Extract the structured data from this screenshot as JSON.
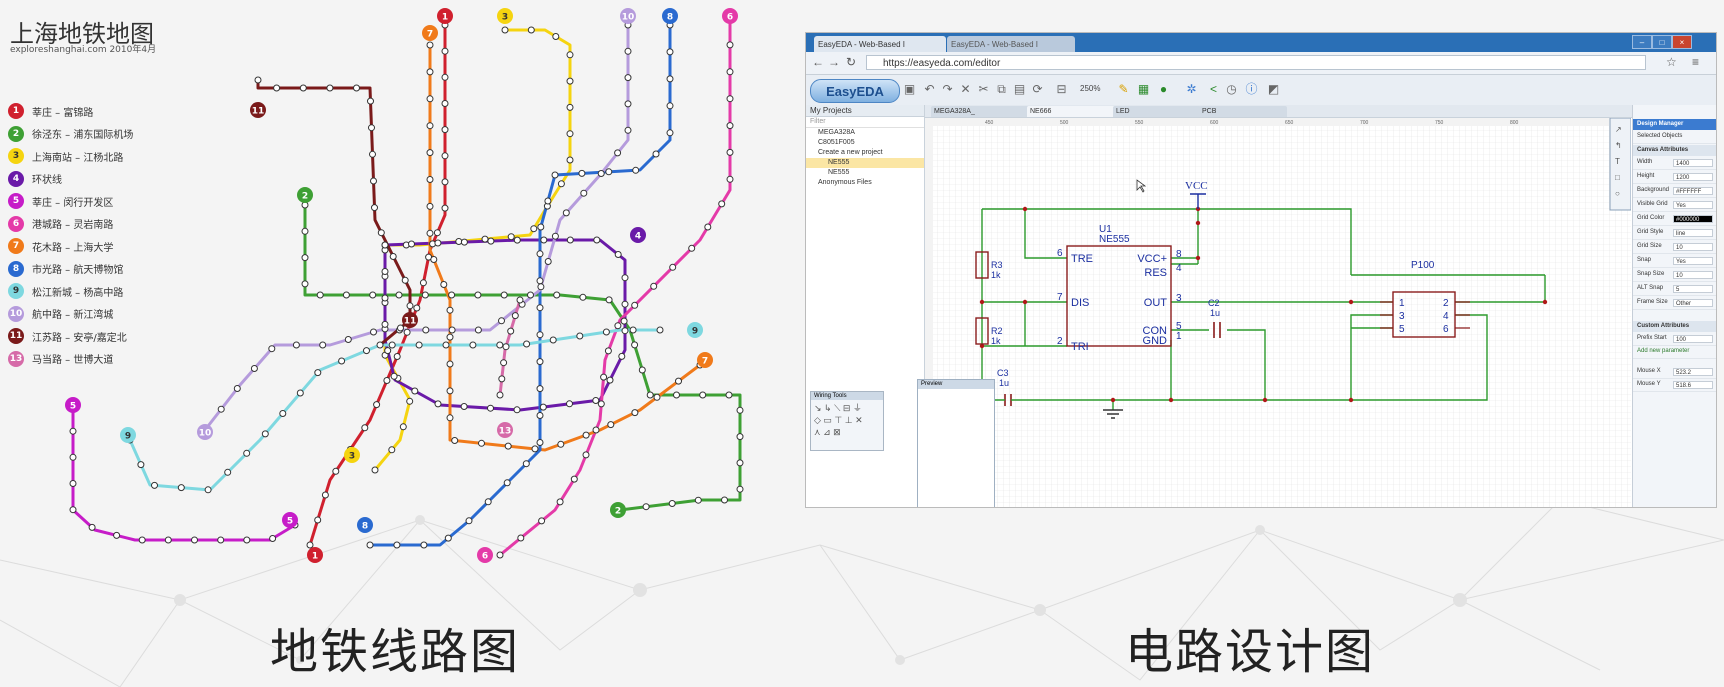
{
  "captions": {
    "left": "地铁线路图",
    "right": "电路设计图"
  },
  "metro": {
    "title": "上海地铁地图",
    "subtitle": "exploreshanghai.com 2010年4月",
    "legend": [
      {
        "num": "1",
        "label": "莘庄 – 富锦路",
        "color": "#d0202e"
      },
      {
        "num": "2",
        "label": "徐泾东 – 浦东国际机场",
        "color": "#3ea034"
      },
      {
        "num": "3",
        "label": "上海南站 – 江杨北路",
        "color": "#f5d410"
      },
      {
        "num": "4",
        "label": "环状线",
        "color": "#6a1aa8"
      },
      {
        "num": "5",
        "label": "莘庄 – 闵行开发区",
        "color": "#c61cc8"
      },
      {
        "num": "6",
        "label": "港城路 – 灵岩南路",
        "color": "#e43aa8"
      },
      {
        "num": "7",
        "label": "花木路 – 上海大学",
        "color": "#f07a1a"
      },
      {
        "num": "8",
        "label": "市光路 – 航天博物馆",
        "color": "#2a6ad0"
      },
      {
        "num": "9",
        "label": "松江新城 – 杨高中路",
        "color": "#7ed8e0"
      },
      {
        "num": "10",
        "label": "航中路 – 新江湾城",
        "color": "#b59bdc"
      },
      {
        "num": "11",
        "label": "江苏路 – 安亭/嘉定北",
        "color": "#7a1a1a"
      },
      {
        "num": "13",
        "label": "马当路 – 世博大道",
        "color": "#d66aa8"
      }
    ],
    "top_badges": [
      "1",
      "3",
      "10",
      "8",
      "6",
      "7"
    ]
  },
  "browser": {
    "tabs": [
      "EasyEDA - Web-Based I",
      "EasyEDA - Web-Based I"
    ],
    "url": "https://easyeda.com/editor",
    "logo": "EasyEDA",
    "zoom": "250%",
    "sidebar_title": "My Projects",
    "filter": "Filter",
    "tree": [
      "MEGA328A",
      "C8051F005",
      "Create a new project",
      "NE555",
      "NE555",
      "Anonymous Files"
    ],
    "doc_tabs": [
      "MEGA328A_",
      "NE666",
      "LED",
      "PCB"
    ],
    "ruler": [
      "450",
      "500",
      "550",
      "600",
      "650",
      "700",
      "750",
      "800"
    ],
    "schematic": {
      "vcc": "VCC",
      "u1_ref": "U1",
      "u1_part": "NE555",
      "pins_left": [
        "TRE",
        "DIS",
        "TRI"
      ],
      "pins_left_num": [
        "6",
        "7",
        "2"
      ],
      "pins_right": [
        "VCC+",
        "RES",
        "OUT",
        "CON",
        "GND"
      ],
      "pins_right_num": [
        "8",
        "4",
        "3",
        "5",
        "1"
      ],
      "r3": "R3",
      "r3v": "1k",
      "r2": "R2",
      "r2v": "1k",
      "c3": "C3",
      "c3v": "1u",
      "c2": "C2",
      "c2v": "1u",
      "p100": "P100",
      "p_pins": [
        "1",
        "3",
        "5",
        "2",
        "4",
        "6"
      ]
    },
    "right_panel": {
      "header": "Design Manager",
      "selected": "Selected Objects",
      "canvas_attr": "Canvas Attributes",
      "rows": [
        {
          "label": "Width",
          "value": "1400"
        },
        {
          "label": "Height",
          "value": "1200"
        },
        {
          "label": "Background",
          "value": "#FFFFFF"
        },
        {
          "label": "Visible Grid",
          "value": "Yes"
        },
        {
          "label": "Grid Color",
          "value": "#000000"
        },
        {
          "label": "Grid Style",
          "value": "line"
        },
        {
          "label": "Grid Size",
          "value": "10"
        },
        {
          "label": "Snap",
          "value": "Yes"
        },
        {
          "label": "Snap Size",
          "value": "10"
        },
        {
          "label": "ALT Snap",
          "value": "5"
        },
        {
          "label": "Frame Size",
          "value": "Other"
        }
      ],
      "custom": "Custom Attributes",
      "prefix": {
        "label": "Prefix Start",
        "value": "100"
      },
      "add_param": "Add new parameter",
      "mouse_x": {
        "label": "Mouse X",
        "value": "523.2"
      },
      "mouse_y": {
        "label": "Mouse Y",
        "value": "518.6"
      }
    },
    "wiring_title": "Wiring Tools",
    "preview_title": "Preview"
  }
}
